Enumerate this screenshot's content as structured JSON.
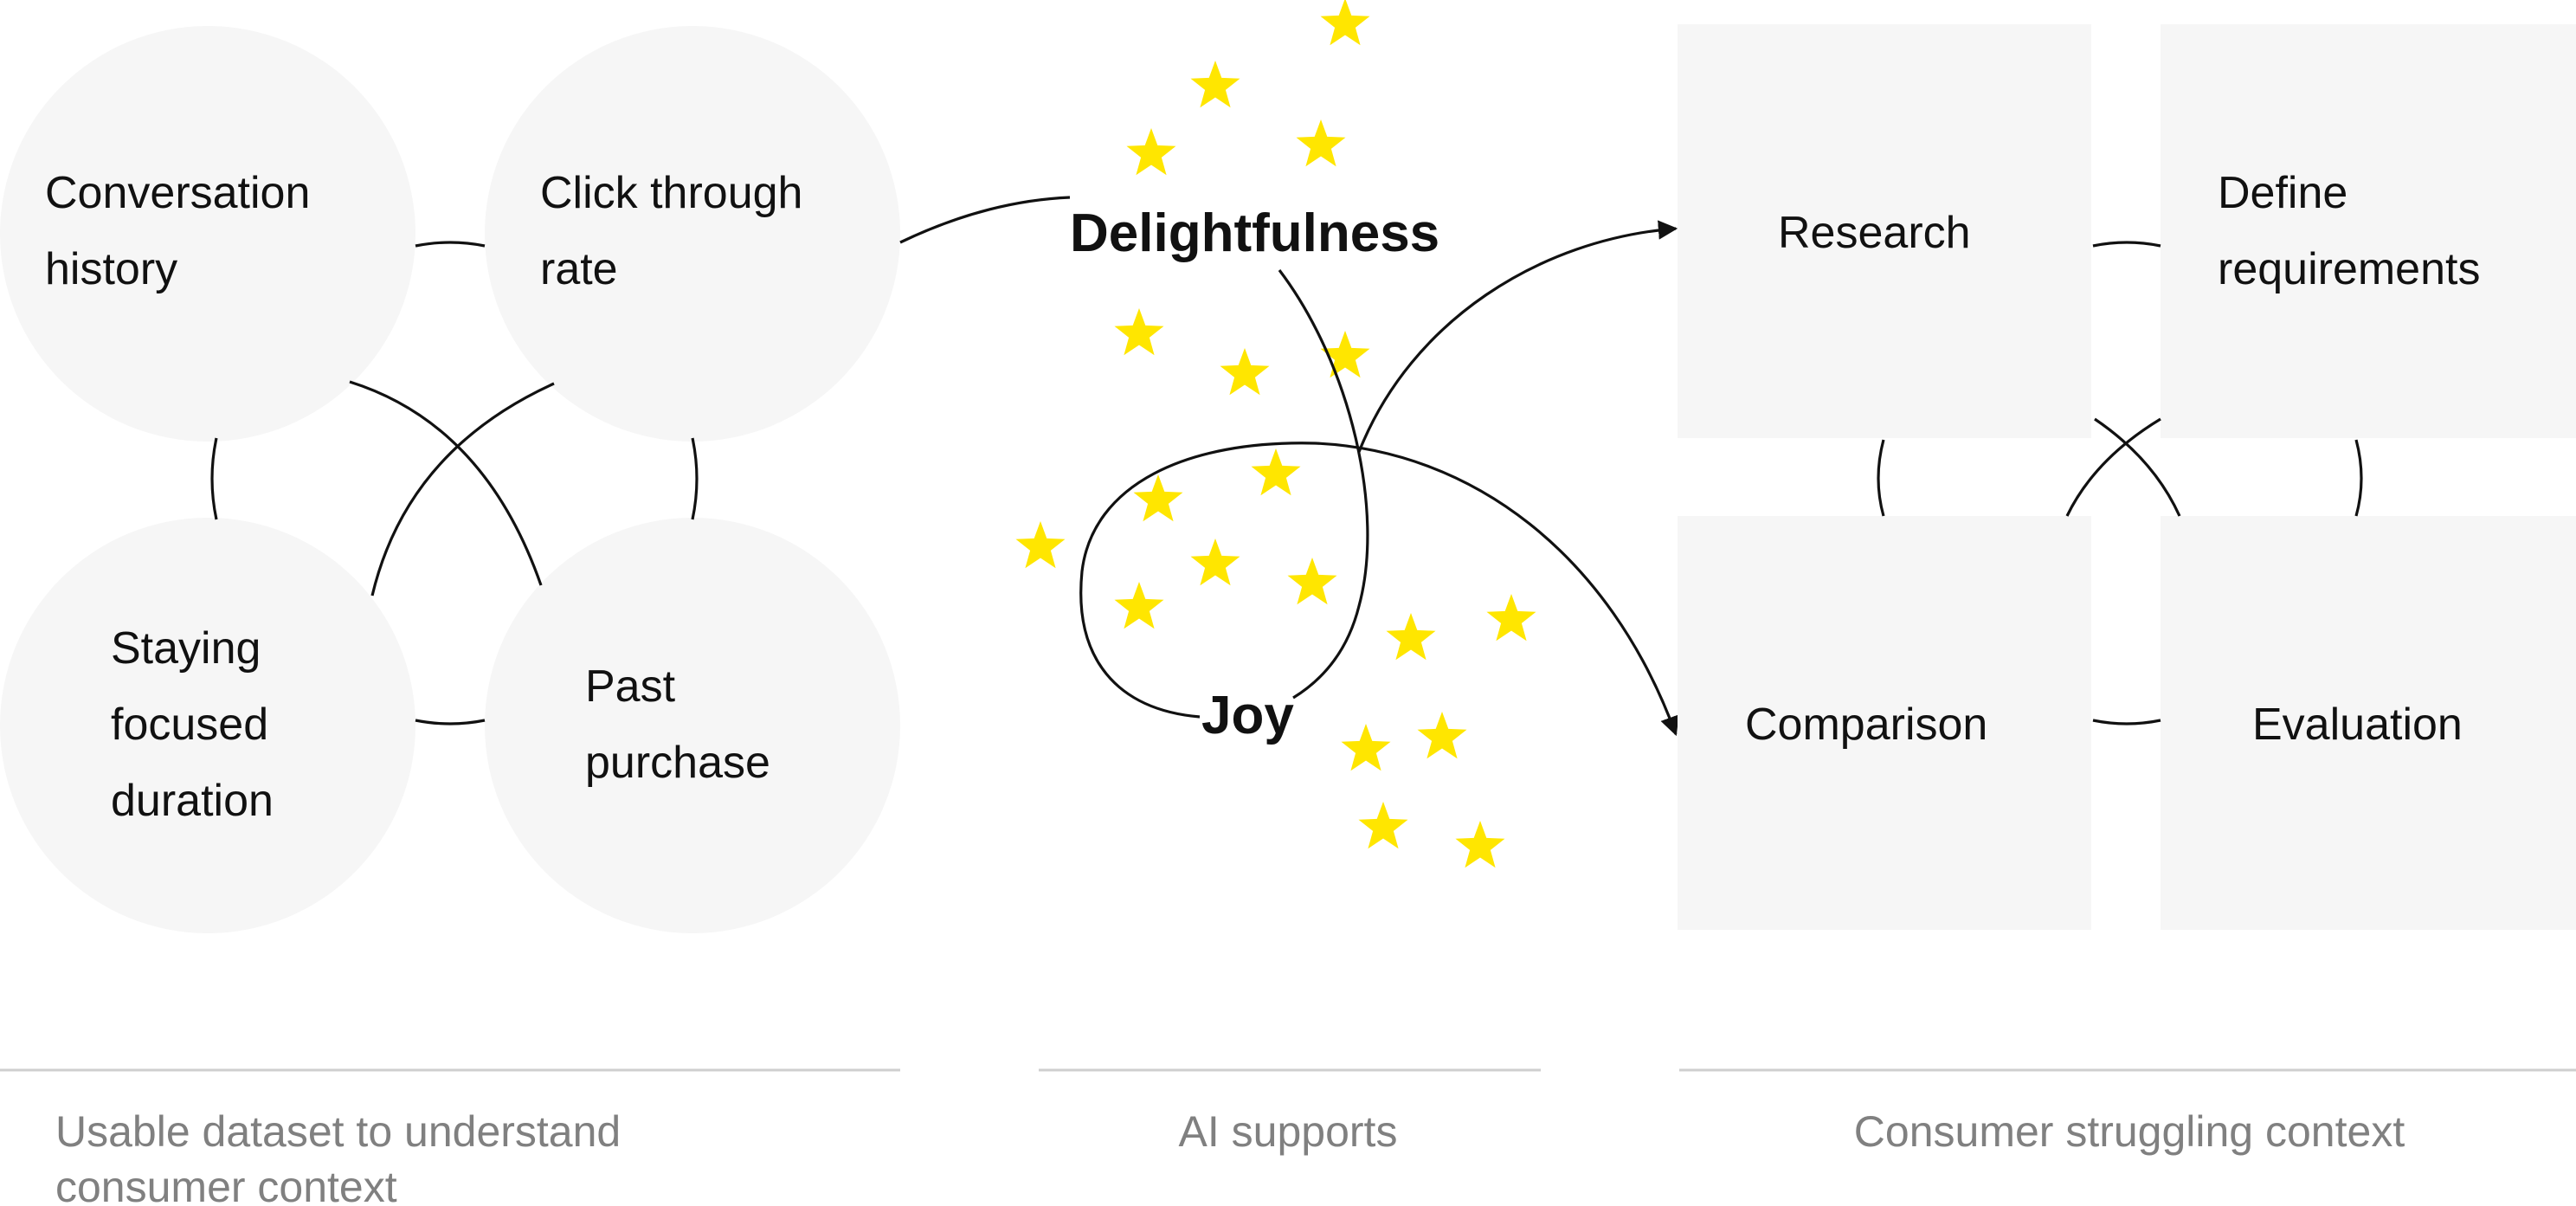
{
  "left_nodes": [
    {
      "lines": [
        "Conversation",
        "history"
      ]
    },
    {
      "lines": [
        "Click through",
        "rate"
      ]
    },
    {
      "lines": [
        "Staying",
        "focused",
        "duration"
      ]
    },
    {
      "lines": [
        "Past",
        "purchase"
      ]
    }
  ],
  "center_labels": {
    "delightfulness": "Delightfulness",
    "joy": "Joy"
  },
  "right_nodes": [
    {
      "lines": [
        "Research"
      ]
    },
    {
      "lines": [
        "Define",
        "requirements"
      ]
    },
    {
      "lines": [
        "Comparison"
      ]
    },
    {
      "lines": [
        "Evaluation"
      ]
    }
  ],
  "sections": {
    "left": [
      "Usable dataset to understand",
      "consumer context"
    ],
    "middle": [
      "AI supports"
    ],
    "right": [
      "Consumer struggling context"
    ]
  },
  "colors": {
    "node_fill": "#f6f6f6",
    "star": "#ffe600",
    "line": "#111111",
    "section_text": "#808080",
    "divider": "#cfcfcf"
  }
}
